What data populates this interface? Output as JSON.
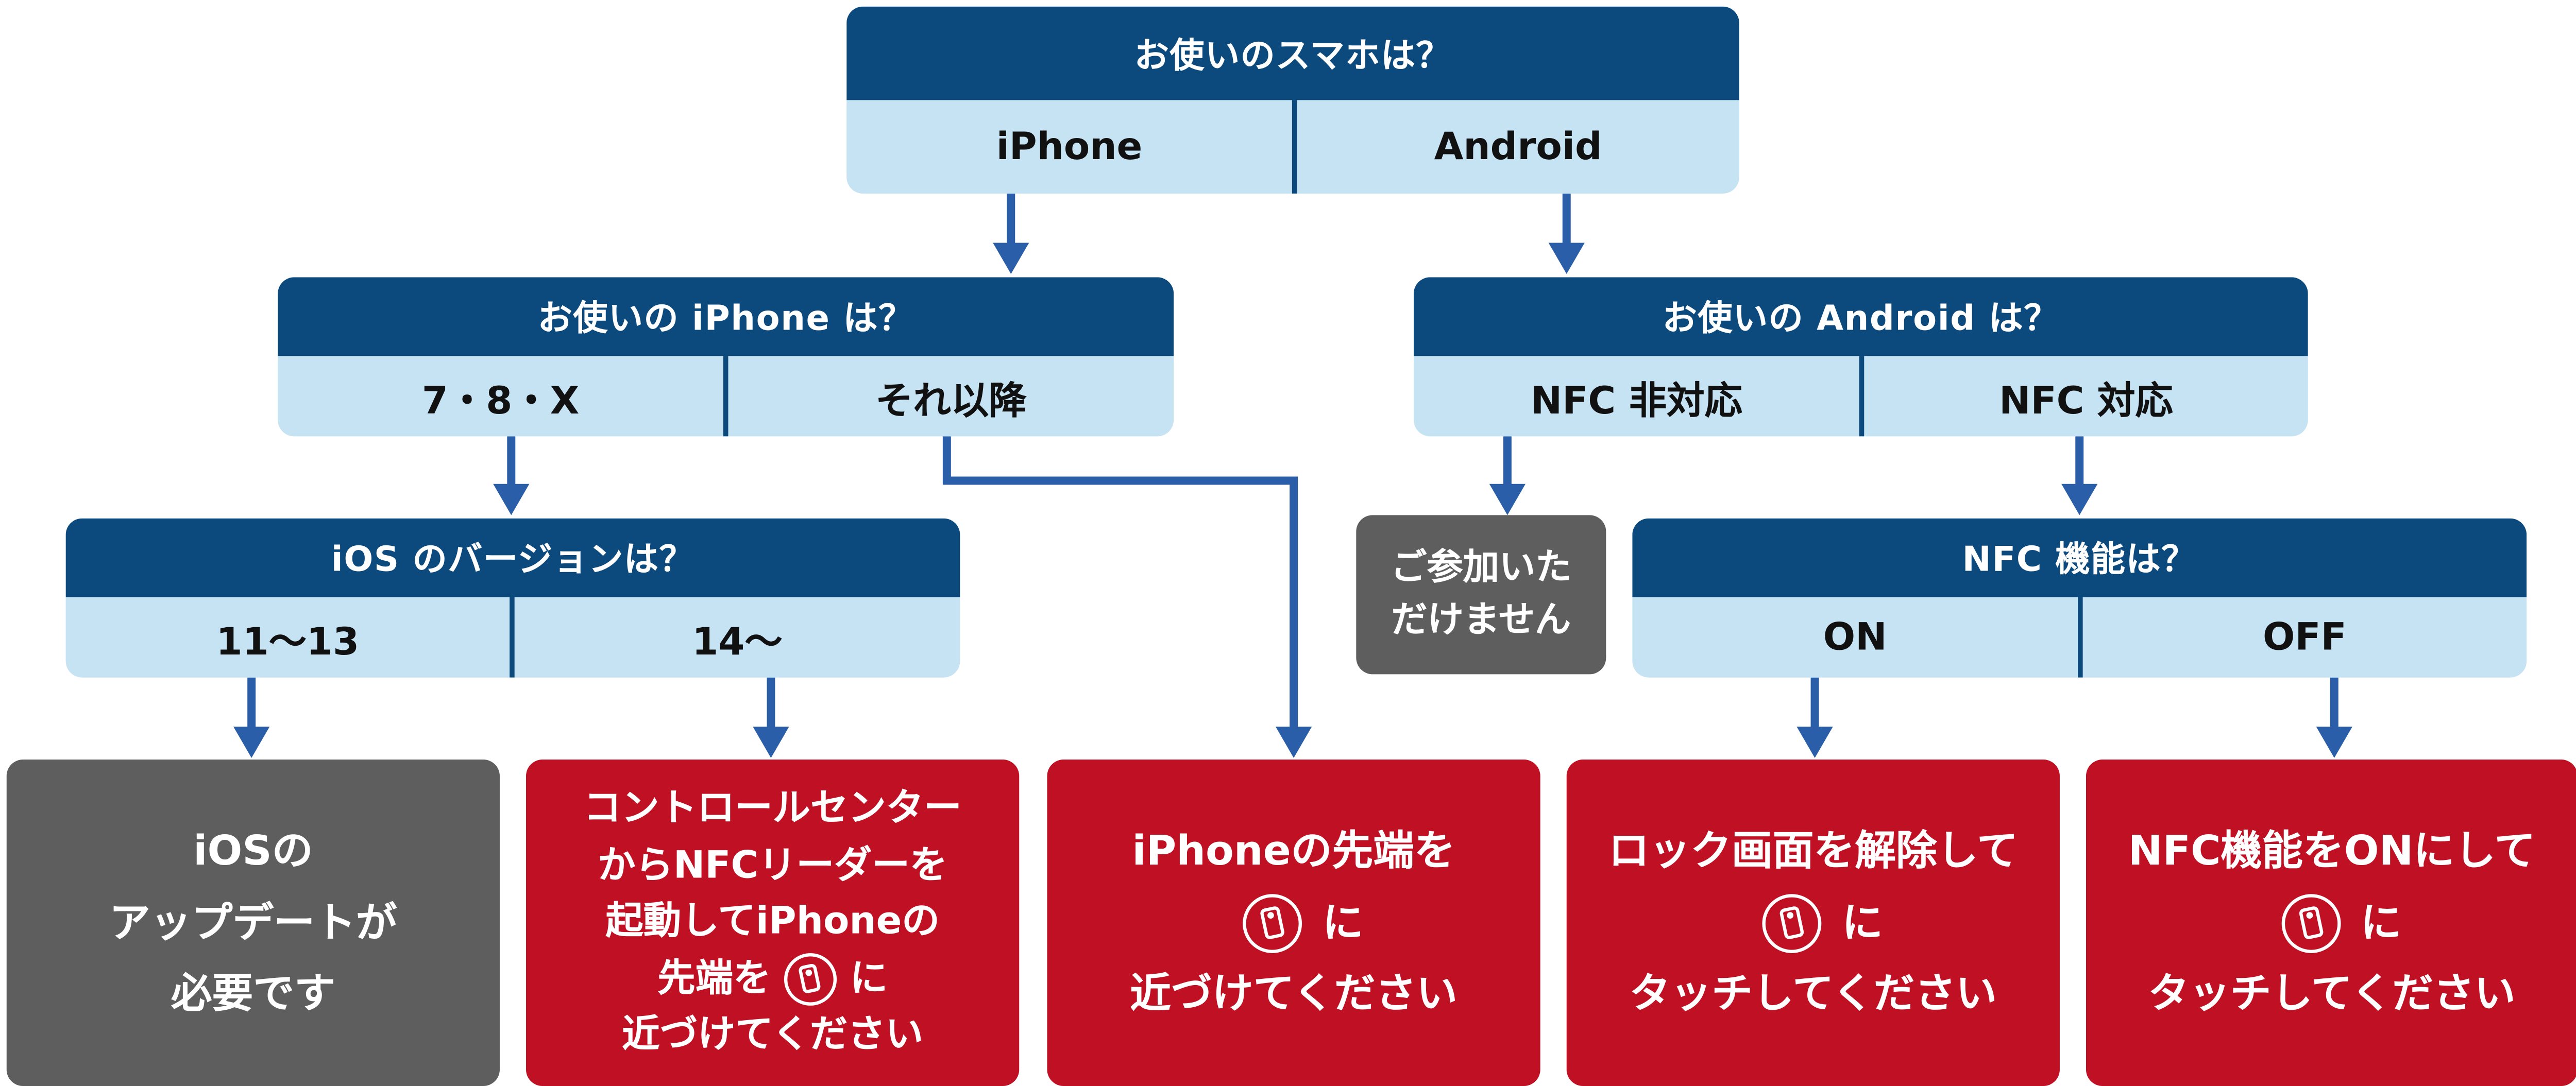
{
  "colors": {
    "header": "#0c4a7e",
    "option_bg": "#c5e3f3",
    "result_red": "#c01024",
    "result_gray": "#5e5e5e",
    "arrow": "#2a5ea8"
  },
  "q_phone": {
    "title": "お使いのスマホは？",
    "opt_left": "iPhone",
    "opt_right": "Android"
  },
  "q_iphone": {
    "title": "お使いの iPhone は？",
    "opt_left": "7・8・X",
    "opt_right": "それ以降"
  },
  "q_android": {
    "title": "お使いの Android は？",
    "opt_left": "NFC 非対応",
    "opt_right": "NFC 対応"
  },
  "q_ios": {
    "title": "iOS のバージョンは？",
    "opt_left": "11〜13",
    "opt_right": "14〜"
  },
  "q_nfc": {
    "title": "NFC 機能は？",
    "opt_left": "ON",
    "opt_right": "OFF"
  },
  "results": {
    "not_supported": {
      "line1": "ご参加いた",
      "line2": "だけません"
    },
    "update_ios": {
      "line1": "iOSの",
      "line2": "アップデートが",
      "line3": "必要です"
    },
    "control_center": {
      "line1": "コントロールセンター",
      "line2": "からNFCリーダーを",
      "line3": "起動してiPhoneの",
      "line4_before": "先端を",
      "line4_after": "に",
      "line5": "近づけてください",
      "icon": "nfc-phone-icon"
    },
    "iphone_tip": {
      "line1": "iPhoneの先端を",
      "line2_after": "に",
      "line3": "近づけてください",
      "icon": "nfc-phone-icon"
    },
    "unlock": {
      "line1": "ロック画面を解除して",
      "line2_after": "に",
      "line3": "タッチしてください",
      "icon": "nfc-phone-icon"
    },
    "nfc_on": {
      "line1": "NFC機能をONにして",
      "line2_after": "に",
      "line3": "タッチしてください",
      "icon": "nfc-phone-icon"
    }
  }
}
